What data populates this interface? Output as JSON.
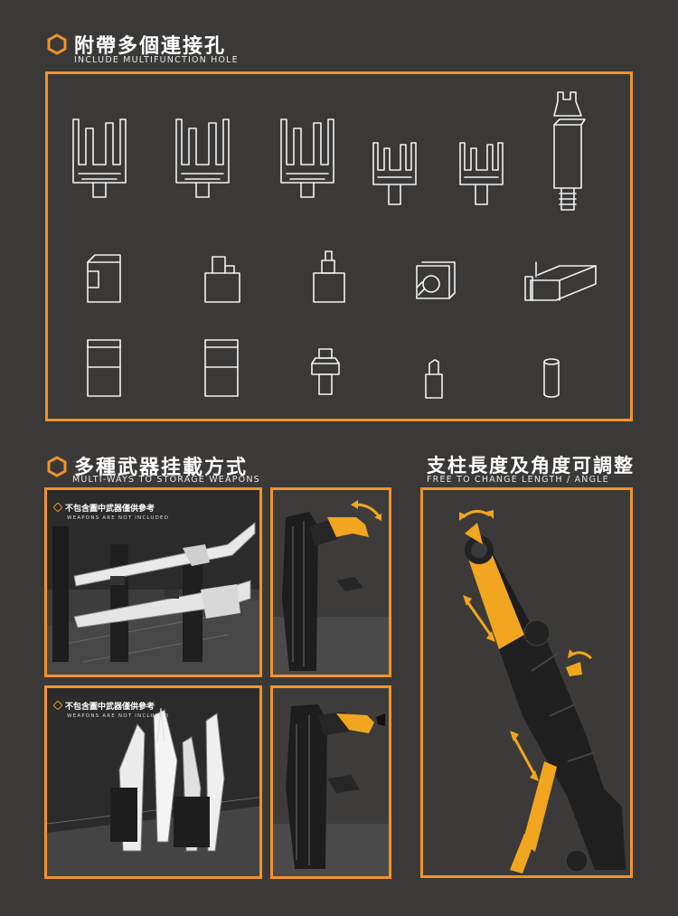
{
  "section1": {
    "title_zh": "附帶多個連接孔",
    "title_en": "INCLUDE MULTIFUNCTION HOLE"
  },
  "section2": {
    "title_zh": "多種武器挂載方式",
    "title_en": "MULTI-WAYS TO STORAGE WEAPONS",
    "note1_zh": "不包含圖中武器僅供參考",
    "note1_en": "WEAPONS ARE NOT INCLUDED",
    "note2_zh": "不包含圖中武器僅供參考",
    "note2_en": "WEAPONS ARE NOT INCLUDED"
  },
  "section3": {
    "title_zh": "支柱長度及角度可調整",
    "title_en": "FREE TO CHANGE LENGTH / ANGLE"
  },
  "colors": {
    "background": "#3a3938",
    "accent": "#f0932b",
    "line_art": "#f2f2f2",
    "part_yellow": "#f2a51e",
    "part_dark": "#2a2a2a"
  },
  "icons": [
    "hexagon-icon",
    "rotate-arrow-icon",
    "double-arrow-icon"
  ]
}
